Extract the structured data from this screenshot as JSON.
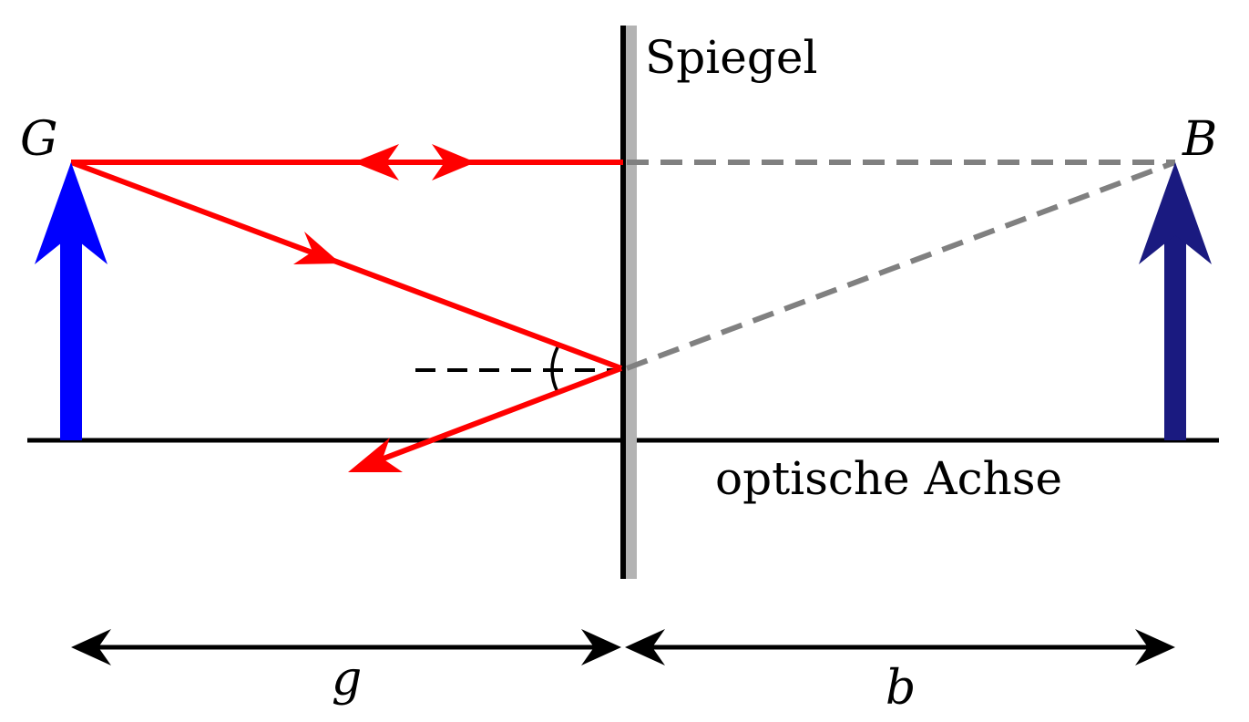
{
  "labels": {
    "mirror": "Spiegel",
    "axis": "optische Achse",
    "object": "G",
    "image": "B",
    "object_distance": "g",
    "image_distance": "b"
  },
  "colors": {
    "ray": "#ff0000",
    "object_arrow": "#0000ff",
    "image_arrow": "#1a1a80",
    "virtual_ray": "#808080",
    "mirror_back": "#b3b3b3",
    "line": "#000000"
  }
}
